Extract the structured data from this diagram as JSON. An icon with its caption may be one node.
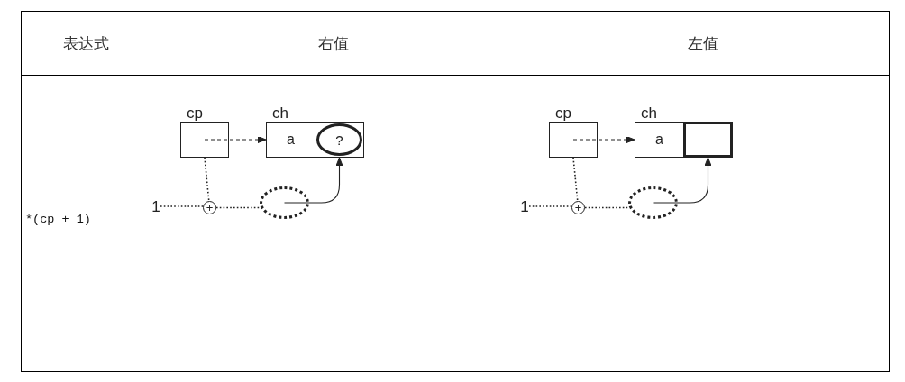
{
  "diagram": {
    "nodes": [
      {
        "text": [
          "cp"
        ]
      },
      {
        "text": [
          "ch"
        ]
      },
      {
        "text": [
          "a"
        ],
        "in": 1
      },
      {
        "text": [],
        "shape": "box",
        "in": 1
      },
      {
        "text": [
          "?"
        ],
        "in": 3
      },
      {
        "text": [
          "1"
        ]
      },
      {
        "text": [
          "+"
        ]
      },
      {
        "text": [],
        "shape": "ellipse"
      },
      {
        "text": [
          "cp"
        ]
      },
      {
        "text": [
          "ch"
        ]
      },
      {
        "text": [
          "a"
        ],
        "in": 9
      },
      {
        "text": [],
        "shape": "box",
        "in": 9
      },
      {
        "text": [
          "1"
        ]
      },
      {
        "text": [
          "+"
        ]
      },
      {
        "text": [],
        "shape": "ellipse"
      }
    ],
    "edges": [
      {
        "from": 0,
        "to": 2,
        "arrow": "to",
        "style": "dashed"
      },
      {
        "from": 0,
        "to": 6,
        "arrow": "none",
        "style": "dashed"
      },
      {
        "from": 5,
        "to": 6,
        "arrow": "none",
        "style": "dashed"
      },
      {
        "from": 6,
        "to": 7,
        "arrow": "none",
        "style": "dashed"
      },
      {
        "from": 7,
        "to": 3,
        "arrow": "to"
      },
      {
        "from": 8,
        "to": 10,
        "arrow": "to",
        "style": "dashed"
      },
      {
        "from": 8,
        "to": 13,
        "arrow": "none",
        "style": "dashed"
      },
      {
        "from": 12,
        "to": 13,
        "arrow": "none",
        "style": "dashed"
      },
      {
        "from": 13,
        "to": 14,
        "arrow": "none",
        "style": "dashed"
      },
      {
        "from": 14,
        "to": 11,
        "arrow": "to"
      }
    ],
    "labels": [
      "表达式",
      "右值",
      "左值",
      "*(cp + 1)"
    ]
  }
}
